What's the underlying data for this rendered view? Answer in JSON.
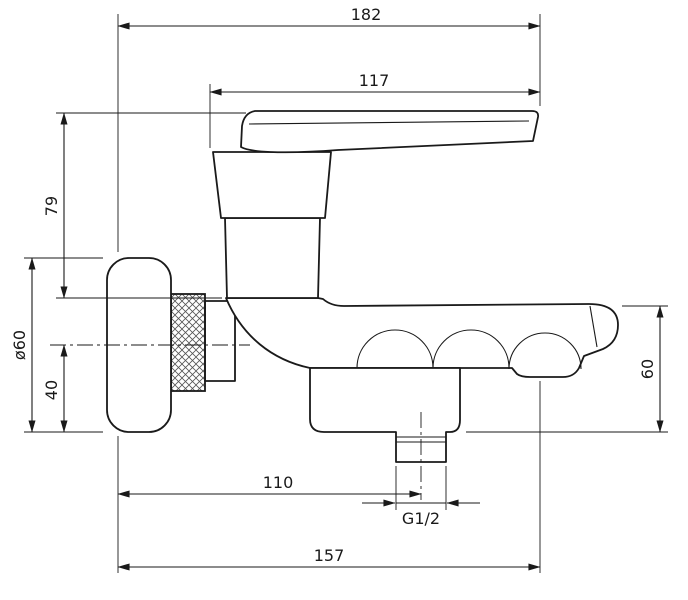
{
  "page": {
    "background": "#ffffff"
  },
  "drawing": {
    "line_color": "#1a1a1a"
  },
  "dimensions": {
    "overall_depth": "182",
    "lever_length": "117",
    "height_above_axis": "79",
    "flange_diameter": "ø60",
    "axis_to_bottom": "40",
    "body_height": "60",
    "wall_to_shower_outlet": "110",
    "outlet_thread": "G1/2",
    "wall_to_spout_tip": "157"
  }
}
